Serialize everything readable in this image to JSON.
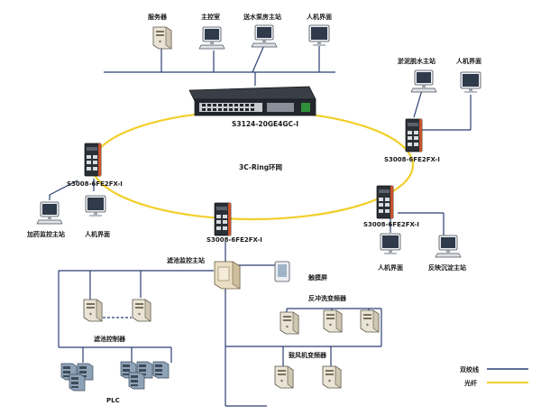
{
  "top_devices": {
    "server": "服务器",
    "console": "主控室",
    "pump_station": "送水泵房主站",
    "hmi_top": "人机界面"
  },
  "core_switch": {
    "model": "S3124-20GE4GC-I"
  },
  "right_top": {
    "sludge": "淤泥脱水主站",
    "hmi": "人机界面"
  },
  "switch_right_upper": "S3008-6FE2FX-I",
  "switch_left": "S3008-6FE2FX-I",
  "switch_right_lower": "S3008-6FE2FX-I",
  "switch_bottom": "S3008-6FE2FX-I",
  "ring_label": "3C-Ring环网",
  "left_devices": {
    "dosing": "加药监控主站",
    "hmi": "人机界面"
  },
  "right_lower_devices": {
    "hmi": "人机界面",
    "sediment": "反映沉淀主站"
  },
  "filter_station": "滤池监控主站",
  "touch_screen": "触摸屏",
  "backwash_vfd": "反冲洗变频器",
  "filter_controller": "滤池控制器",
  "blower_vfd": "鼓风机变频器",
  "plc": "PLC",
  "legend": {
    "twisted_pair": "双绞线",
    "fiber": "光纤"
  },
  "colors": {
    "wire": "#2b3f73",
    "fiber": "#f2cf2a"
  }
}
